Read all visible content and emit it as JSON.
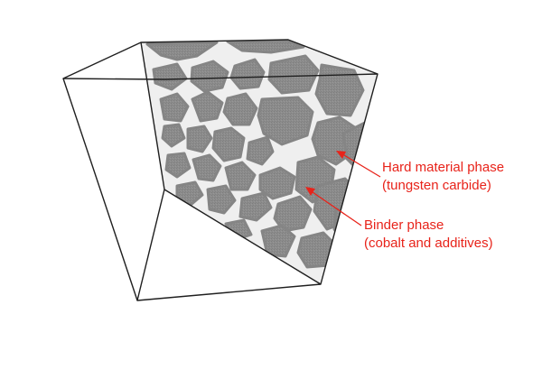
{
  "colors": {
    "label_red": "#e8231a",
    "outline": "#1f1f1f",
    "binder_phase": "#efefef",
    "hard_phase": "#8a8a8a",
    "background": "#ffffff"
  },
  "labels": {
    "hard_material": {
      "line1": "Hard material phase",
      "line2": "(tungsten carbide)"
    },
    "binder": {
      "line1": "Binder phase",
      "line2": "(cobalt and additives)"
    }
  }
}
